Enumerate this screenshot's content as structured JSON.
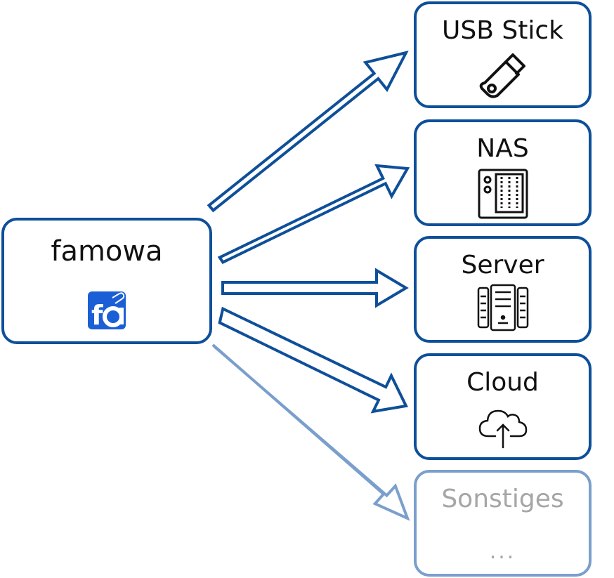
{
  "source": {
    "label": "famowa",
    "logo_icon": "famowa-logo-icon"
  },
  "targets": [
    {
      "label": "USB Stick",
      "icon": "usb-stick-icon",
      "active": true
    },
    {
      "label": "NAS",
      "icon": "nas-icon",
      "active": true
    },
    {
      "label": "Server",
      "icon": "server-icon",
      "active": true
    },
    {
      "label": "Cloud",
      "icon": "cloud-upload-icon",
      "active": true
    },
    {
      "label": "Sonstiges",
      "placeholder": "...",
      "active": false
    }
  ],
  "colors": {
    "primary": "#0e4f99",
    "muted": "#7a9fcc",
    "muted_text": "#a6a6a6",
    "logo": "#1a5fd6"
  }
}
